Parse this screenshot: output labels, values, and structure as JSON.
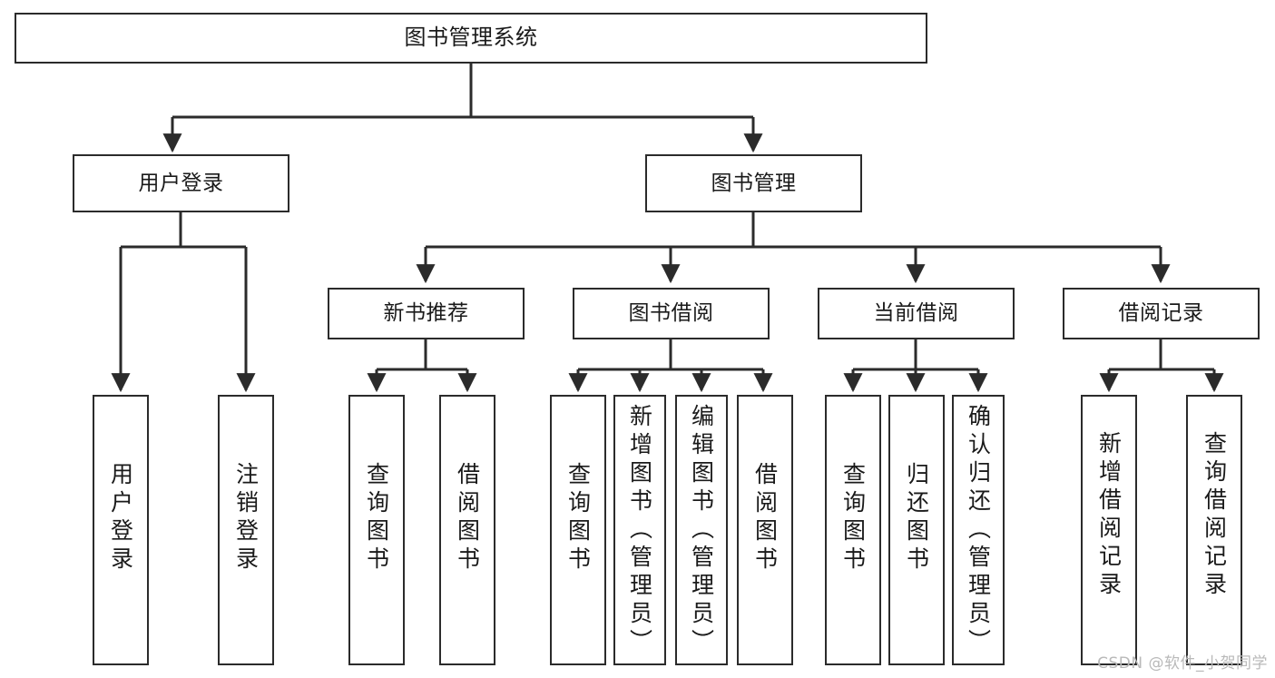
{
  "diagram": {
    "type": "tree-hierarchy-flowchart",
    "title": "图书管理系统",
    "root": {
      "id": "root",
      "label": "图书管理系统"
    },
    "level1": [
      {
        "id": "user-login",
        "label": "用户登录"
      },
      {
        "id": "book-manage",
        "label": "图书管理"
      }
    ],
    "level2": [
      {
        "id": "new-book-recommend",
        "label": "新书推荐",
        "parent": "book-manage"
      },
      {
        "id": "book-borrow",
        "label": "图书借阅",
        "parent": "book-manage"
      },
      {
        "id": "current-borrow",
        "label": "当前借阅",
        "parent": "book-manage"
      },
      {
        "id": "borrow-record",
        "label": "借阅记录",
        "parent": "book-manage"
      }
    ],
    "leaves": [
      {
        "id": "leaf-user-login",
        "label": "用户登录",
        "parent": "user-login"
      },
      {
        "id": "leaf-user-logout",
        "label": "注销登录",
        "parent": "user-login"
      },
      {
        "id": "leaf-query-book-1",
        "label": "查询图书",
        "parent": "new-book-recommend"
      },
      {
        "id": "leaf-borrow-book-1",
        "label": "借阅图书",
        "parent": "new-book-recommend"
      },
      {
        "id": "leaf-query-book-2",
        "label": "查询图书",
        "parent": "book-borrow"
      },
      {
        "id": "leaf-add-book",
        "label": "新增图书（管理员）",
        "parent": "book-borrow"
      },
      {
        "id": "leaf-edit-book",
        "label": "编辑图书（管理员）",
        "parent": "book-borrow"
      },
      {
        "id": "leaf-borrow-book-2",
        "label": "借阅图书",
        "parent": "book-borrow"
      },
      {
        "id": "leaf-query-book-3",
        "label": "查询图书",
        "parent": "current-borrow"
      },
      {
        "id": "leaf-return-book",
        "label": "归还图书",
        "parent": "current-borrow"
      },
      {
        "id": "leaf-confirm-return",
        "label": "确认归还（管理员）",
        "parent": "current-borrow"
      },
      {
        "id": "leaf-add-record",
        "label": "新增借阅记录",
        "parent": "borrow-record"
      },
      {
        "id": "leaf-query-record",
        "label": "查询借阅记录",
        "parent": "borrow-record"
      }
    ],
    "colors": {
      "stroke": "#2b2b2b",
      "fill": "#ffffff",
      "text": "#1a1a1a",
      "watermark": "#b9b9b9"
    }
  },
  "watermark": {
    "text": "CSDN @软件_小贺同学"
  }
}
